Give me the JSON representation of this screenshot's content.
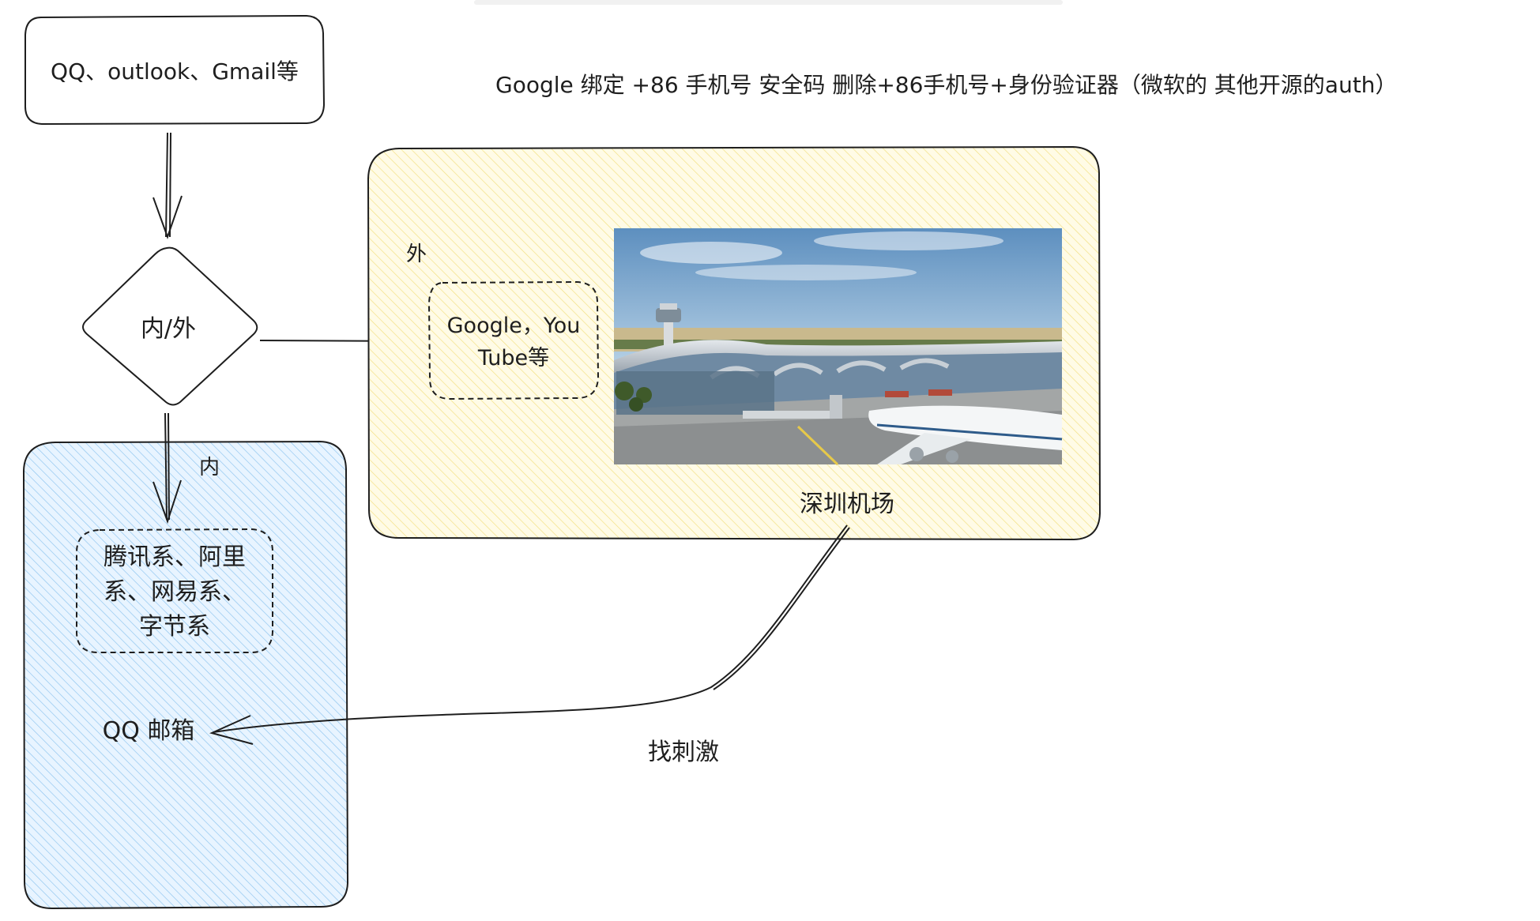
{
  "colors": {
    "stroke": "#1e1e1e",
    "outer_region_fill": "#fff3bf",
    "inner_region_fill": "#a5d8ff",
    "canvas": "#ffffff"
  },
  "nodes": {
    "start": "QQ、outlook、Gmail等",
    "decision": "内/外",
    "outer_region_label": "外",
    "inner_region_label": "内",
    "outer_services": [
      "Google，You",
      "Tube等"
    ],
    "inner_services": [
      "腾讯系、阿里",
      "系、网易系、",
      "字节系"
    ],
    "airport_caption": "深圳机场",
    "qq_mailbox": "QQ 邮箱",
    "thrill_label": "找刺激",
    "top_note": "Google  绑定 +86 手机号 安全码 删除+86手机号+身份验证器（微软的 其他开源的auth）"
  },
  "image": {
    "subject": "airport-terminal-photo"
  }
}
